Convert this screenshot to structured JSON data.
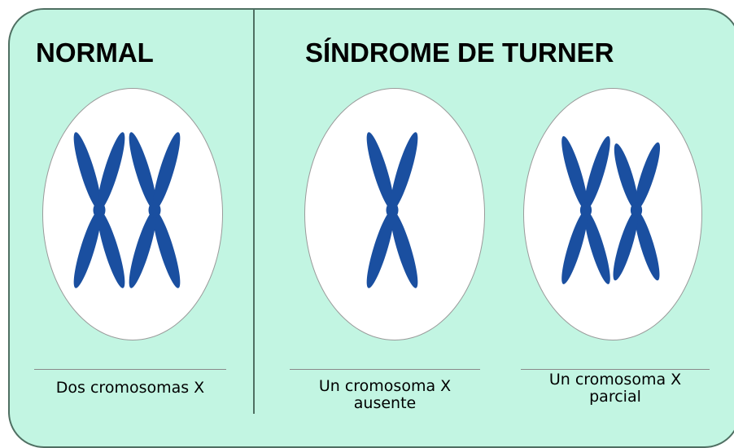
{
  "headings": {
    "normal": "NORMAL",
    "turner": "SÍNDROME DE TURNER"
  },
  "captions": {
    "normal": "Dos cromosomas X",
    "absent_line1": "Un cromosoma X",
    "absent_line2": "ausente",
    "partial_line1": "Un cromosoma X",
    "partial_line2": "parcial"
  },
  "colors": {
    "panel": "#c2f5e2",
    "border": "#4f6f62",
    "chromosome": "#1a4fa0",
    "cell": "#ffffff"
  }
}
